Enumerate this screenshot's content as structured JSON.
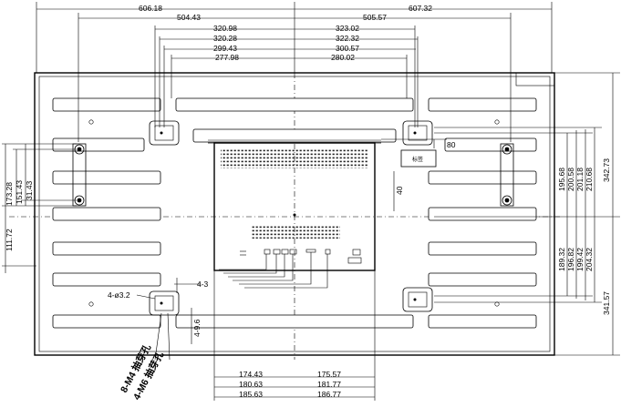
{
  "dimensions": {
    "top_total_left": "606.18",
    "top_total_right": "607.32",
    "top_left": [
      "504.43",
      "320.98",
      "320.28",
      "299.43",
      "277.98"
    ],
    "top_right": [
      "505.57",
      "323.02",
      "322.32",
      "300.57",
      "280.02"
    ],
    "bottom_left": [
      "174.43",
      "180.63",
      "185.63"
    ],
    "bottom_right": [
      "175.57",
      "181.77",
      "186.77"
    ],
    "left_upper": [
      "173.28",
      "151.43",
      "31.43"
    ],
    "left_lower": "111.72",
    "right_outer_upper": "342.73",
    "right_outer_lower": "341.57",
    "right_upper": [
      "195.68",
      "200.58",
      "201.18",
      "210.68"
    ],
    "right_lower": [
      "189.32",
      "196.82",
      "199.42",
      "204.32"
    ]
  },
  "labels": {
    "dim_80": "80",
    "dim_40": "40",
    "hole_4_32": "4-ø3.2",
    "dim_4_3": "4-3",
    "dim_4_96": "4-9.6",
    "m4_holes": "8-M4 抽芽孔",
    "m6_holes": "4-M6 抽芽孔",
    "tag_small": "标签"
  }
}
